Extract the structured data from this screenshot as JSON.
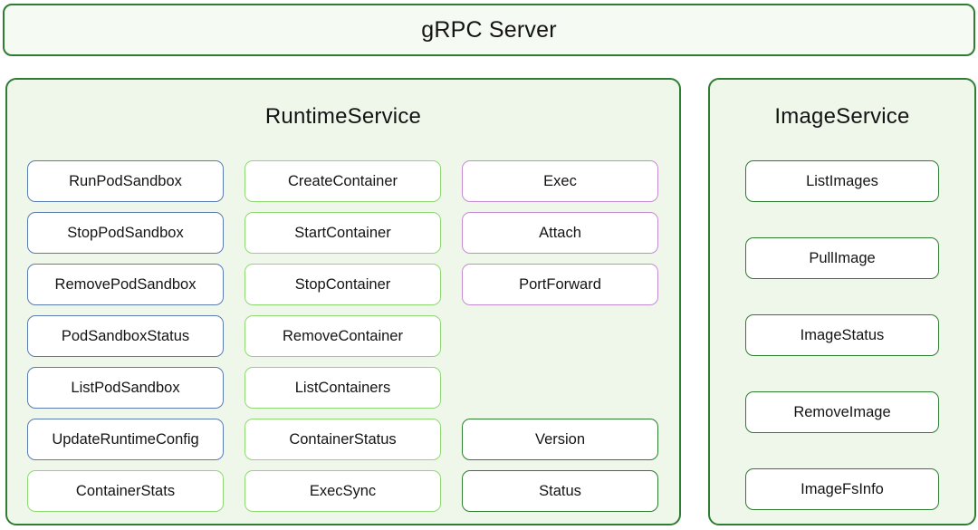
{
  "colors": {
    "page_bg": "#ffffff",
    "panel_border": "#2e7d32",
    "panel_bg": "#eff7eb",
    "grpc_bg": "#f5faf2",
    "node_bg": "#ffffff",
    "text": "#141414",
    "blue": "#5b7cb0",
    "light_green": "#8fd974",
    "purple": "#c48bd3",
    "dark_green": "#2e7d32"
  },
  "grpc_server": {
    "title": "gRPC Server"
  },
  "runtime_service": {
    "title": "RuntimeService",
    "column1": [
      {
        "label": "RunPodSandbox",
        "border": "blue"
      },
      {
        "label": "StopPodSandbox",
        "border": "blue"
      },
      {
        "label": "RemovePodSandbox",
        "border": "blue"
      },
      {
        "label": "PodSandboxStatus",
        "border": "blue"
      },
      {
        "label": "ListPodSandbox",
        "border": "blue"
      },
      {
        "label": "UpdateRuntimeConfig",
        "border": "blue"
      },
      {
        "label": "ContainerStats",
        "border": "light_green"
      }
    ],
    "column2": [
      {
        "label": "CreateContainer",
        "border": "light_green"
      },
      {
        "label": "StartContainer",
        "border": "light_green"
      },
      {
        "label": "StopContainer",
        "border": "light_green"
      },
      {
        "label": "RemoveContainer",
        "border": "light_green"
      },
      {
        "label": "ListContainers",
        "border": "light_green"
      },
      {
        "label": "ContainerStatus",
        "border": "light_green"
      },
      {
        "label": "ExecSync",
        "border": "light_green"
      }
    ],
    "column3": [
      {
        "label": "Exec",
        "border": "purple"
      },
      {
        "label": "Attach",
        "border": "purple"
      },
      {
        "label": "PortForward",
        "border": "purple"
      },
      {
        "label": "Version",
        "border": "dark_green"
      },
      {
        "label": "Status",
        "border": "dark_green"
      }
    ]
  },
  "image_service": {
    "title": "ImageService",
    "items": [
      {
        "label": "ListImages",
        "border": "dark_green"
      },
      {
        "label": "PullImage",
        "border": "dark_green"
      },
      {
        "label": "ImageStatus",
        "border": "dark_green"
      },
      {
        "label": "RemoveImage",
        "border": "dark_green"
      },
      {
        "label": "ImageFsInfo",
        "border": "dark_green"
      }
    ]
  }
}
